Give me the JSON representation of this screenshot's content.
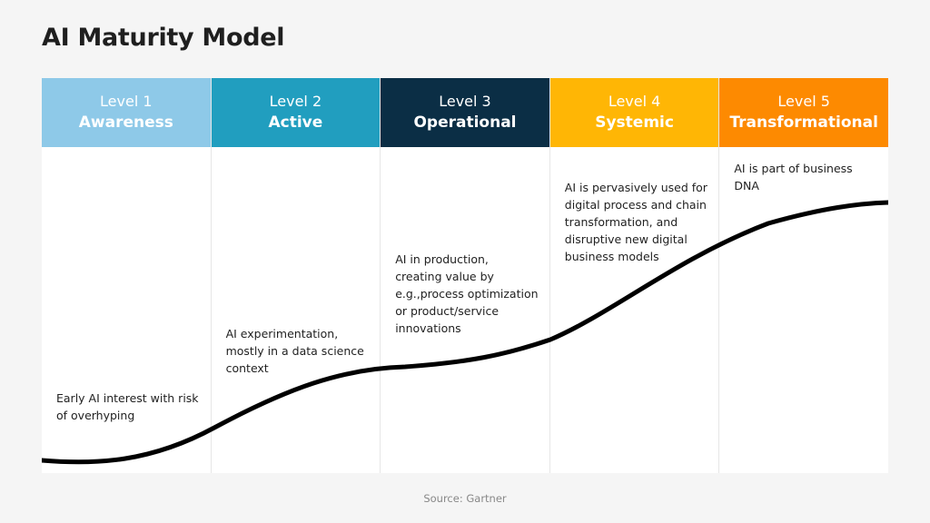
{
  "title": "AI Maturity Model",
  "levels": [
    {
      "number": "Level 1",
      "name": "Awareness",
      "color": "#8ec9e8",
      "description": "Early AI interest with risk of overhyping"
    },
    {
      "number": "Level 2",
      "name": "Active",
      "color": "#219ebf",
      "description": "AI experimentation, mostly in a data science context"
    },
    {
      "number": "Level 3",
      "name": "Operational",
      "color": "#0b2e45",
      "description": "AI in production, creating value by e.g.,process optimization or product/service innovations"
    },
    {
      "number": "Level 4",
      "name": "Systemic",
      "color": "#ffb605",
      "description": "AI is pervasively used for digital process and chain transformation, and disruptive new digital business models"
    },
    {
      "number": "Level 5",
      "name": "Transformational",
      "color": "#fd8a01",
      "description": "AI is part of business DNA"
    }
  ],
  "source": "Source: Gartner"
}
